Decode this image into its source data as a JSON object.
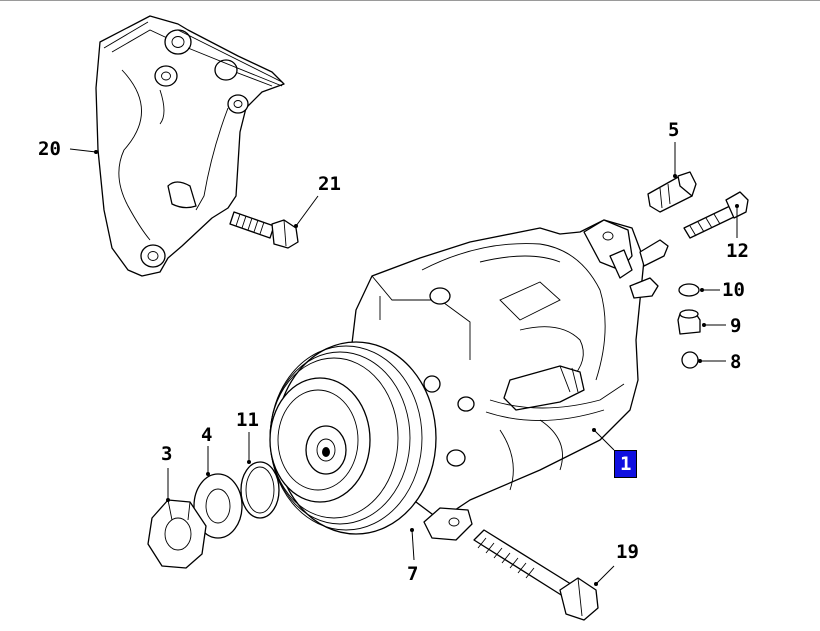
{
  "diagram": {
    "callouts": [
      {
        "id": "c1",
        "label": "1",
        "highlighted": true
      },
      {
        "id": "c3",
        "label": "3",
        "highlighted": false
      },
      {
        "id": "c4",
        "label": "4",
        "highlighted": false
      },
      {
        "id": "c5",
        "label": "5",
        "highlighted": false
      },
      {
        "id": "c7",
        "label": "7",
        "highlighted": false
      },
      {
        "id": "c8",
        "label": "8",
        "highlighted": false
      },
      {
        "id": "c9",
        "label": "9",
        "highlighted": false
      },
      {
        "id": "c10",
        "label": "10",
        "highlighted": false
      },
      {
        "id": "c11",
        "label": "11",
        "highlighted": false
      },
      {
        "id": "c12",
        "label": "12",
        "highlighted": false
      },
      {
        "id": "c19",
        "label": "19",
        "highlighted": false
      },
      {
        "id": "c20",
        "label": "20",
        "highlighted": false
      },
      {
        "id": "c21",
        "label": "21",
        "highlighted": false
      }
    ],
    "colors": {
      "highlight_bg": "#1010e0",
      "highlight_text": "#ffffff",
      "line": "#000000",
      "background": "#ffffff"
    }
  }
}
